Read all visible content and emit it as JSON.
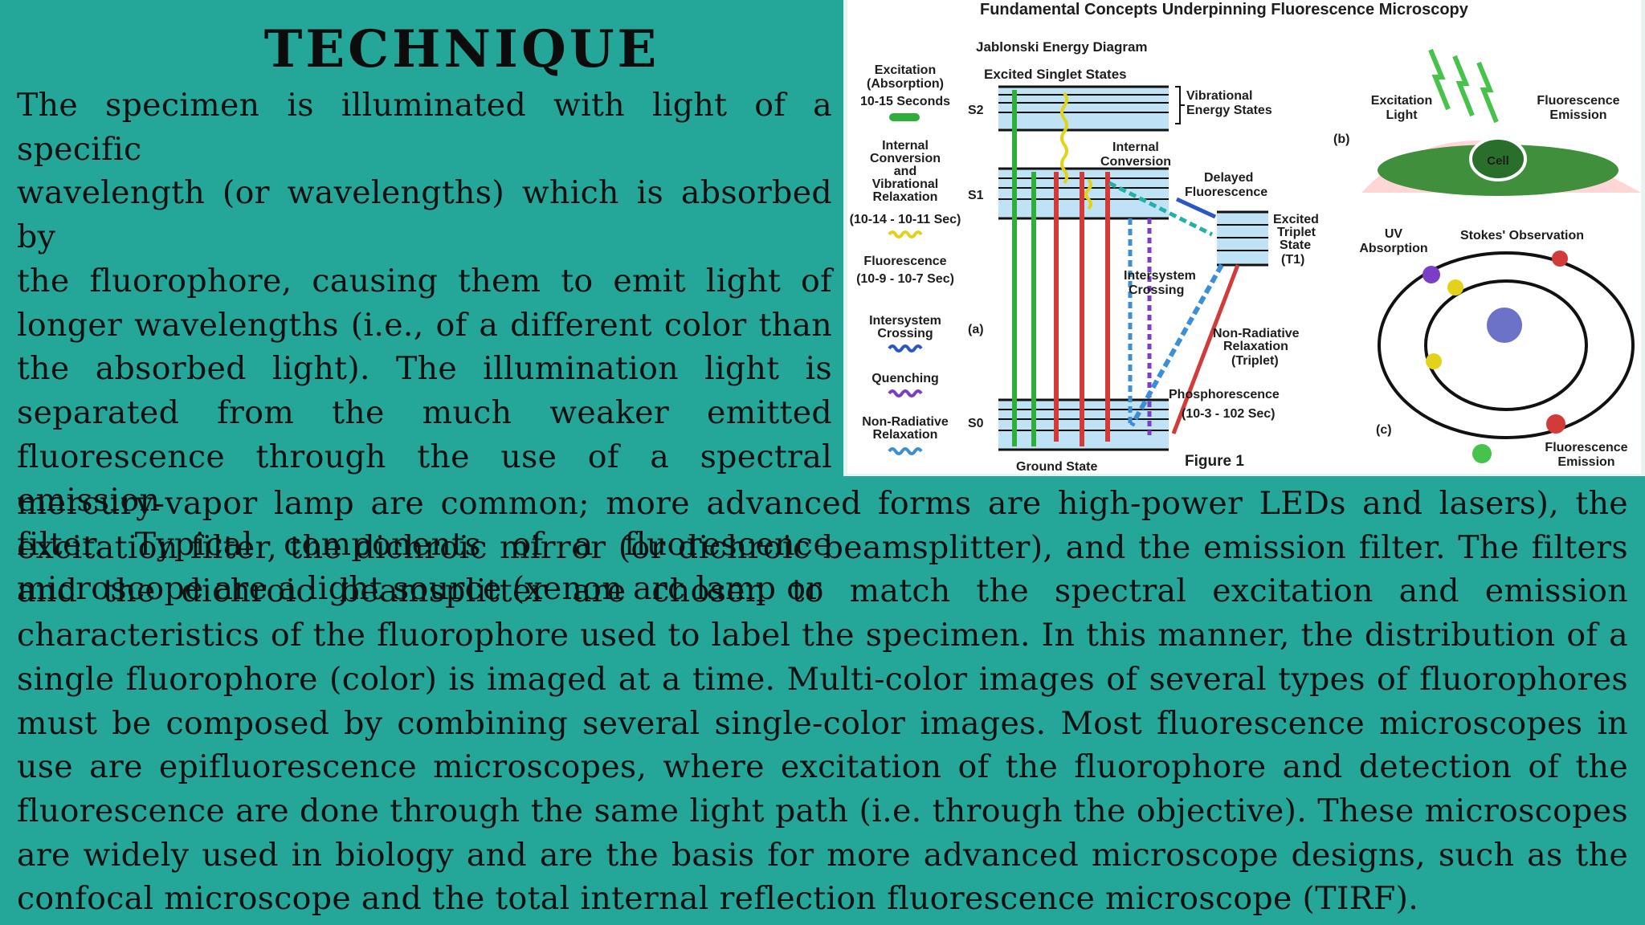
{
  "slide": {
    "title": "TECHNIQUE",
    "paragraph_lines": [
      "The specimen is illuminated with light of a specific",
      "wavelength (or wavelengths) which is absorbed by",
      "the fluorophore, causing them to emit light of",
      "longer wavelengths (i.e., of a different color than",
      "the absorbed light). The illumination light is",
      "separated from the much weaker emitted",
      "fluorescence through the use of a spectral emission",
      "filter. Typical components of a fluorescence",
      "microscope are a light source (xenon arc lamp or"
    ],
    "paragraph_continued": "mercury-vapor lamp are common; more advanced forms are high-power LEDs and lasers), the excitation filter, the dichroic mirror (or dichroic beamsplitter), and the emission filter. The filters and the dichroic beamsplitter are chosen to match the spectral excitation and emission characteristics of the fluorophore used to label the specimen. In this manner, the distribution of a single fluorophore (color) is imaged at a time. Multi-color images of several types of fluorophores must be composed by combining several single-color images. Most fluorescence microscopes in use are epifluorescence microscopes, where excitation of the fluorophore and detection of the fluorescence are done through the same light path (i.e. through the objective). These microscopes are widely used in biology and are the basis for more advanced microscope designs, such as the confocal microscope and the total internal reflection fluorescence microscope (TIRF)."
  },
  "figure": {
    "title": "Fundamental Concepts Underpinning Fluorescence Microscopy",
    "jablonski_title": "Jablonski Energy Diagram",
    "excited_singlet": "Excited Singlet States",
    "vibrational": [
      "Vibrational",
      "Energy States"
    ],
    "internal_conversion": [
      "Internal",
      "Conversion"
    ],
    "delayed": [
      "Delayed",
      "Fluorescence"
    ],
    "triplet": [
      "Excited",
      "Triplet",
      "State",
      "(T1)"
    ],
    "intersystem": [
      "Intersystem",
      "Crossing"
    ],
    "non_radiative_triplet": [
      "Non-Radiative",
      "Relaxation",
      "(Triplet)"
    ],
    "phosphorescence": [
      "Phosphorescence",
      "(10-3 - 102 Sec)"
    ],
    "ground_state": "Ground State",
    "figure_label": "Figure 1",
    "panel_a": "(a)",
    "panel_b": "(b)",
    "panel_c": "(c)",
    "state_labels": [
      "S2",
      "S1",
      "S0"
    ],
    "legend": {
      "excitation": [
        "Excitation",
        "(Absorption)",
        "10-15 Seconds"
      ],
      "internal": [
        "Internal",
        "Conversion",
        "and",
        "Vibrational",
        "Relaxation",
        "(10-14 - 10-11 Sec)"
      ],
      "fluorescence": [
        "Fluorescence",
        "(10-9 - 10-7 Sec)"
      ],
      "intersystem": [
        "Intersystem",
        "Crossing"
      ],
      "quenching": "Quenching",
      "non_radiative": [
        "Non-Radiative",
        "Relaxation"
      ]
    },
    "b_labels": {
      "excitation_light": [
        "Excitation",
        "Light"
      ],
      "fluorescence_emission": [
        "Fluorescence",
        "Emission"
      ],
      "cell": "Cell"
    },
    "c_labels": {
      "uv_absorption": [
        "UV",
        "Absorption"
      ],
      "stokes": "Stokes' Observation",
      "fluorescence_emission": [
        "Fluorescence",
        "Emission"
      ]
    },
    "colors": {
      "green": "#2fae3b",
      "red": "#d33a3a",
      "blue": "#3a8fd6",
      "yellow": "#e4d21a",
      "purple": "#7b3fc7",
      "teal": "#23b0a6"
    }
  }
}
